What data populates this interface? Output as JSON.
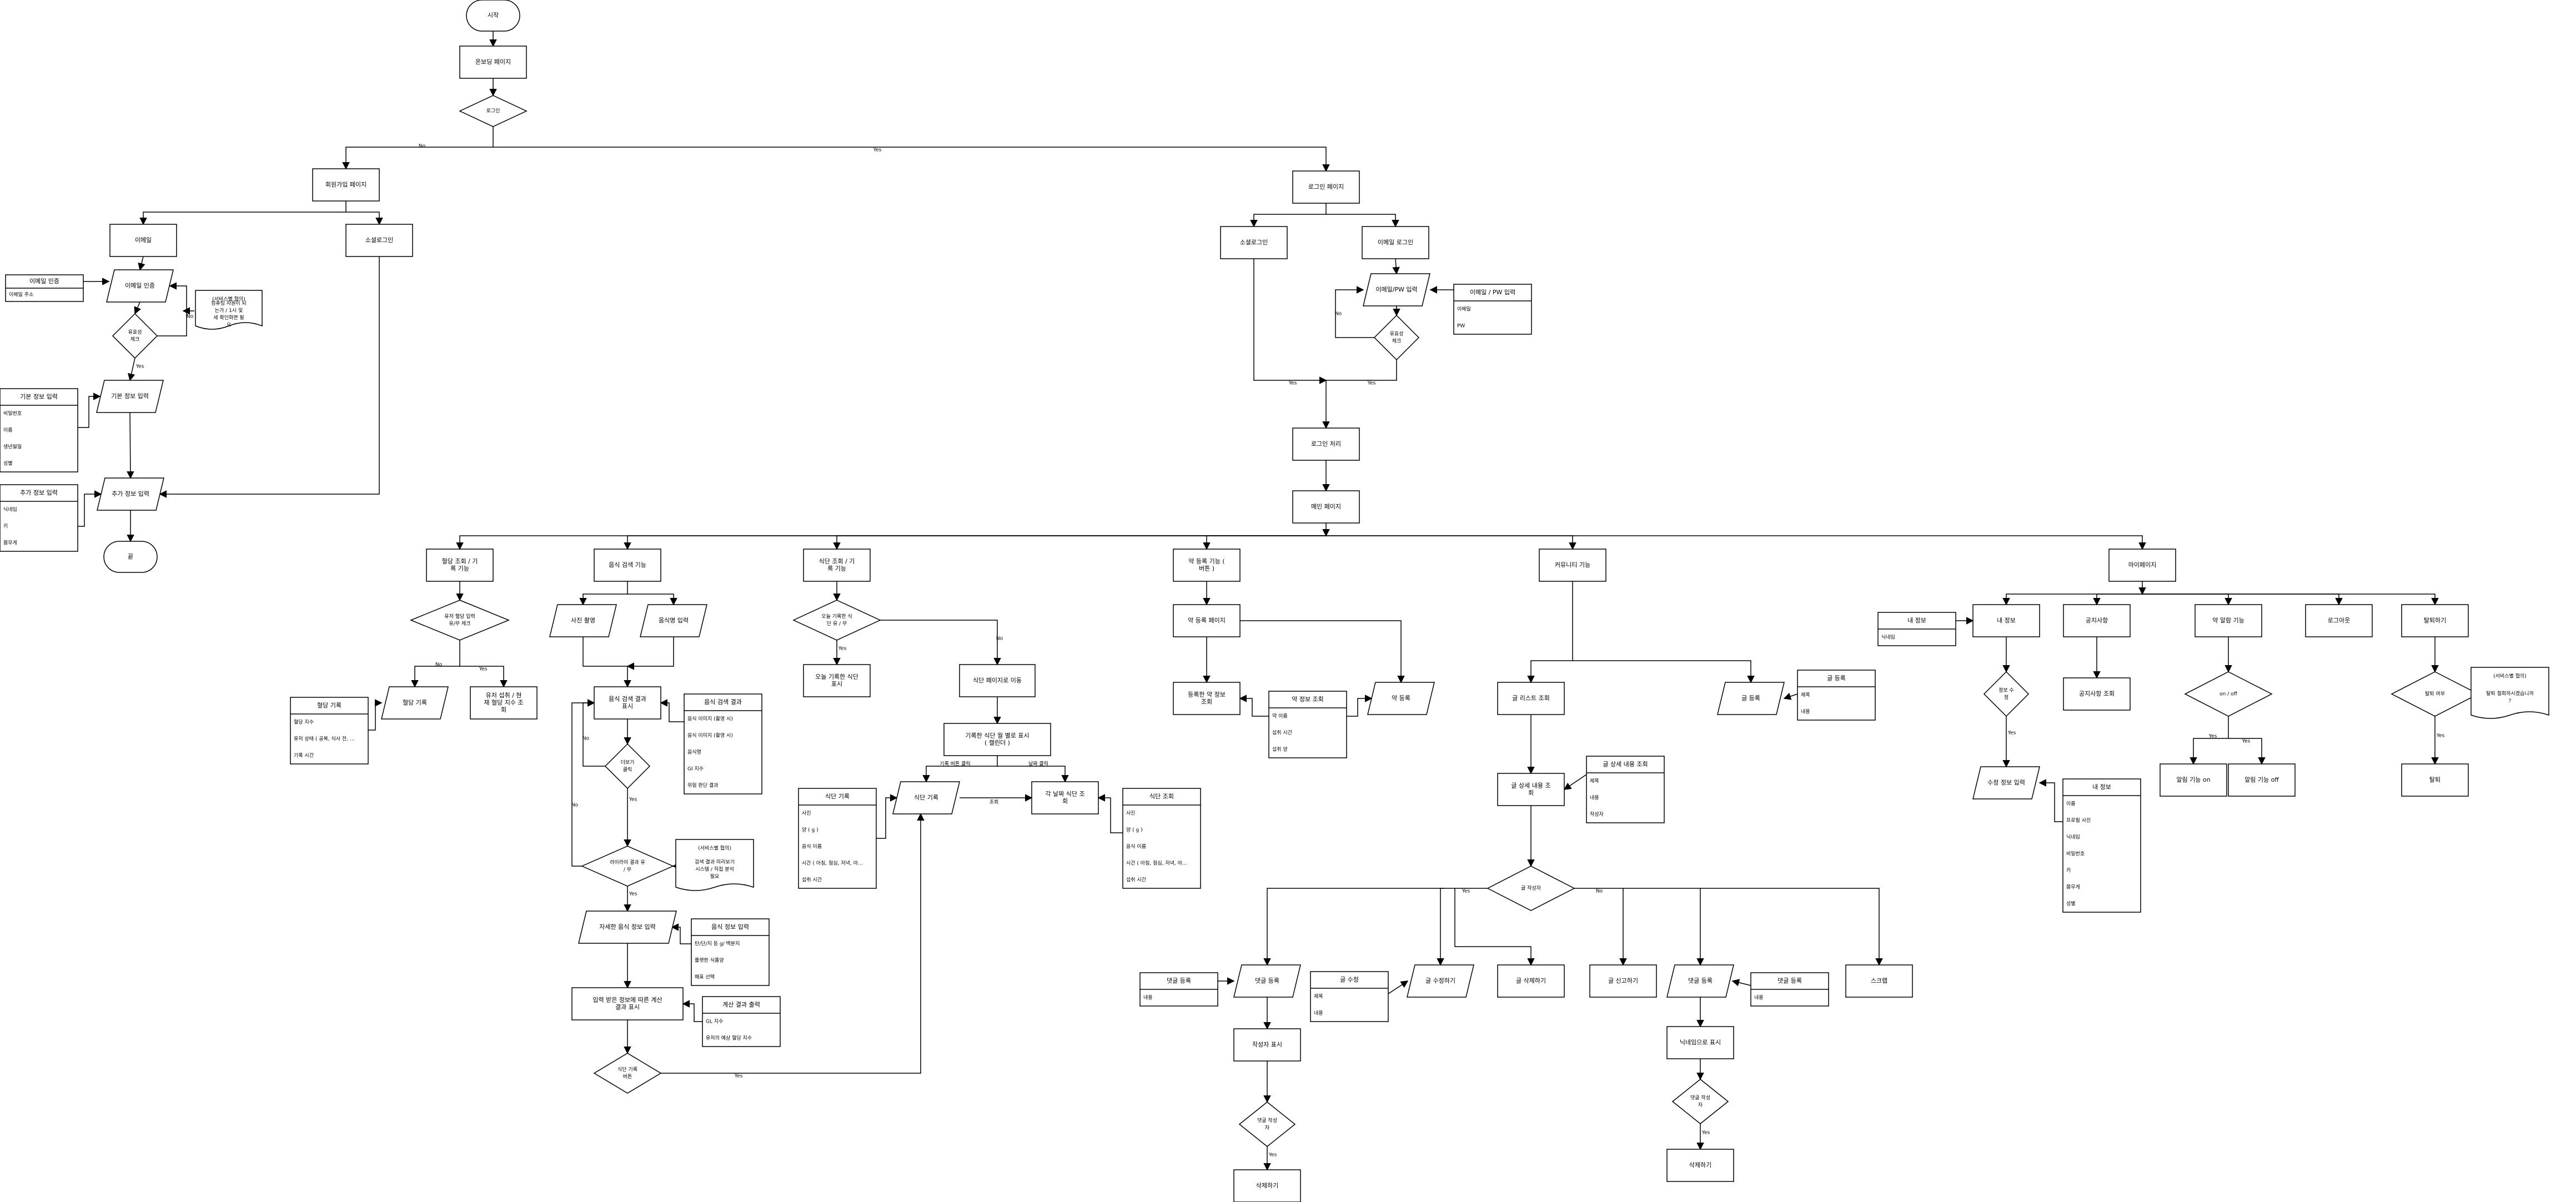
{
  "nodes": {
    "start": "시작",
    "onboarding": "온보딩 페이지",
    "login_q": "로그인",
    "signup_page": "회원가입 페이지",
    "login_page": "로그인 페이지",
    "email": "이메일",
    "social_login_l": "소셜로그인",
    "email_verify": "이메일 인증",
    "validity_check_l": "유효성 체크",
    "note_left_1": "(서비스별 협의)",
    "note_left_2": "컴퓨팅 자원이 되는가 / 1시 및 세 확인화면 필요",
    "basic_info_input": "기본 정보 입력",
    "extra_info_input": "추가 정보 입력",
    "end": "끝",
    "social_login_r": "소셜로그인",
    "email_login": "이메일 로그인",
    "email_pw_input": "이메일/PW 입력",
    "validity_check_r": "유효성 체크",
    "login_process": "로그인 처리",
    "main_page": "메인 페이지",
    "meal_feature": "혈당 조회 / 기록 기능",
    "food_search": "음식 검색 기능",
    "diet_feature": "식단 조회 / 기록 기능",
    "med_feature": "약 등록 기능 ( 버튼 )",
    "community": "커뮤니티 기능",
    "mypage": "마이페이지",
    "bs_choice": "유저 혈당 입력 유/무 체크",
    "bs_record": "혈당 기록",
    "bs_view": "유저 섭취 / 현재 혈당 지수 조회",
    "photo": "사진 촬영",
    "food_name": "음식명 입력",
    "food_result": "음식 검색 결과 표시",
    "more_q": "더보기 클릭",
    "direct_q": "라이라이 결과 유 / 무",
    "note_food_1": "(서비스별 협의)",
    "note_food_2": "검색 결과 미리보기 시스템 / 직접 분석 필요",
    "detail_input": "자세한 음식 정보 입력",
    "calc_show": "입력 받은 정보에 따른 계산 결과 표시",
    "diet_record_q": "식단 기록 버튼",
    "diet_today_q": "오늘 기록한 식단 유 / 무",
    "diet_today_show": "오늘 기록한 식단 표시",
    "diet_page": "식단 페이지로 이동",
    "diet_month": "기록한 식단 월 별로 표시 ( 캘린더 )",
    "diet_record": "식단 기록",
    "diet_view": "각 날짜 식단 조회",
    "med_page": "약 등록 페이지",
    "med_registered": "등록한 약 정보 조회",
    "med_register": "약 등록",
    "post_list": "글 리스트 조회",
    "post_register": "글 등록",
    "post_detail": "글 상세 내용 조회",
    "author_q": "글 작성자",
    "comment_register_a": "댓글 등록",
    "post_edit": "글 수정하기",
    "post_delete": "글 삭제하기",
    "post_report": "글 신고하기",
    "comment_register_b": "댓글 등록",
    "scrap": "스크랩",
    "writer_show": "작성자 표시",
    "comment_author_q": "댓글 작성자",
    "comment_delete": "삭제하기",
    "nickname_show": "닉네임으로 표시",
    "comment_author_q2": "댓글 작성자",
    "comment_delete2": "삭제하기",
    "my_info": "내 정보",
    "notice": "공지사항",
    "med_alarm": "약 알람 기능",
    "logout": "로그아웃",
    "withdraw": "탈퇴하기",
    "pw_check": "정보 수정",
    "edit_info": "수정 정보 입력",
    "notice_view": "공지사항 조회",
    "onoff": "on / off",
    "alarm_on": "알림 기능 on",
    "alarm_off": "알림 기능 off",
    "withdraw_q": "탈퇴 여부",
    "withdraw_done": "탈퇴",
    "note_withdraw_1": "(서비스별 협의)",
    "note_withdraw_2": "탈퇴 철회하시겠습니까?"
  },
  "tables": {
    "email_verify": {
      "title": "이메일 인증",
      "rows": [
        "이메일 주소"
      ]
    },
    "basic_info": {
      "title": "기본 정보 입력",
      "rows": [
        "비밀번호",
        "이름",
        "생년월일",
        "성별"
      ]
    },
    "extra_info": {
      "title": "추가 정보 입력",
      "rows": [
        "닉네임",
        "키",
        "몸무게"
      ]
    },
    "email_pw": {
      "title": "이메일 / PW 입력",
      "rows": [
        "이메일",
        "PW"
      ]
    },
    "bs_record": {
      "title": "혈당 기록",
      "rows": [
        "혈당 지수",
        "유저 상태 ( 공복, 식사 전, 식사 후, 자기 전 )",
        "기록 시간"
      ]
    },
    "food_result": {
      "title": "음식 검색 결과",
      "rows": [
        "음식 이미지 (촬영 시)",
        "음식 이미지 (촬영 시)",
        "음식명",
        "GI 지수",
        "위험 판단 결과"
      ]
    },
    "food_info": {
      "title": "음식 정보 입력",
      "rows": [
        "탄/단/지 등 g/ 백분지",
        "플랫한 식품양",
        "패표 선택"
      ]
    },
    "calc": {
      "title": "계산 결과 출력",
      "rows": [
        "GL 지수",
        "유저의 예상 혈당 지수"
      ]
    },
    "diet_record": {
      "title": "식단 기록",
      "rows": [
        "사진",
        "양 ( g )",
        "음식 이름",
        "시간 ( 아침, 점심, 저녁, 야식, 간식 )",
        "섭취 시간"
      ]
    },
    "diet_view": {
      "title": "식단 조회",
      "rows": [
        "사진",
        "양 ( g )",
        "음식 이름",
        "시간 ( 아침, 점심, 저녁, 야식, 간식 )",
        "섭취 시간"
      ]
    },
    "med_info": {
      "title": "약 정보 조회",
      "rows": [
        "약 이름",
        "섭취 시간",
        "섭취 양"
      ]
    },
    "post_register": {
      "title": "글 등록",
      "rows": [
        "제목",
        "내용"
      ]
    },
    "post_detail": {
      "title": "글 상세 내용 조회",
      "rows": [
        "제목",
        "내용",
        "작성자"
      ]
    },
    "comment_a": {
      "title": "댓글 등록",
      "rows": [
        "내용"
      ]
    },
    "post_edit": {
      "title": "글 수정",
      "rows": [
        "제목",
        "내용"
      ]
    },
    "comment_b": {
      "title": "댓글 등록",
      "rows": [
        "내용"
      ]
    },
    "my_info_nick": {
      "title": "내 정보",
      "rows": [
        "닉네임"
      ]
    },
    "my_info_full": {
      "title": "내 정보",
      "rows": [
        "이름",
        "프로필 사진",
        "닉네임",
        "비밀번호",
        "키",
        "몸무게",
        "성별"
      ]
    }
  },
  "edge_labels": {
    "yes": "Yes",
    "no": "No",
    "meal_record_lbl": "기록 버튼 클릭",
    "date_click_lbl": "날짜 클릭",
    "to_lbl": "조회"
  }
}
